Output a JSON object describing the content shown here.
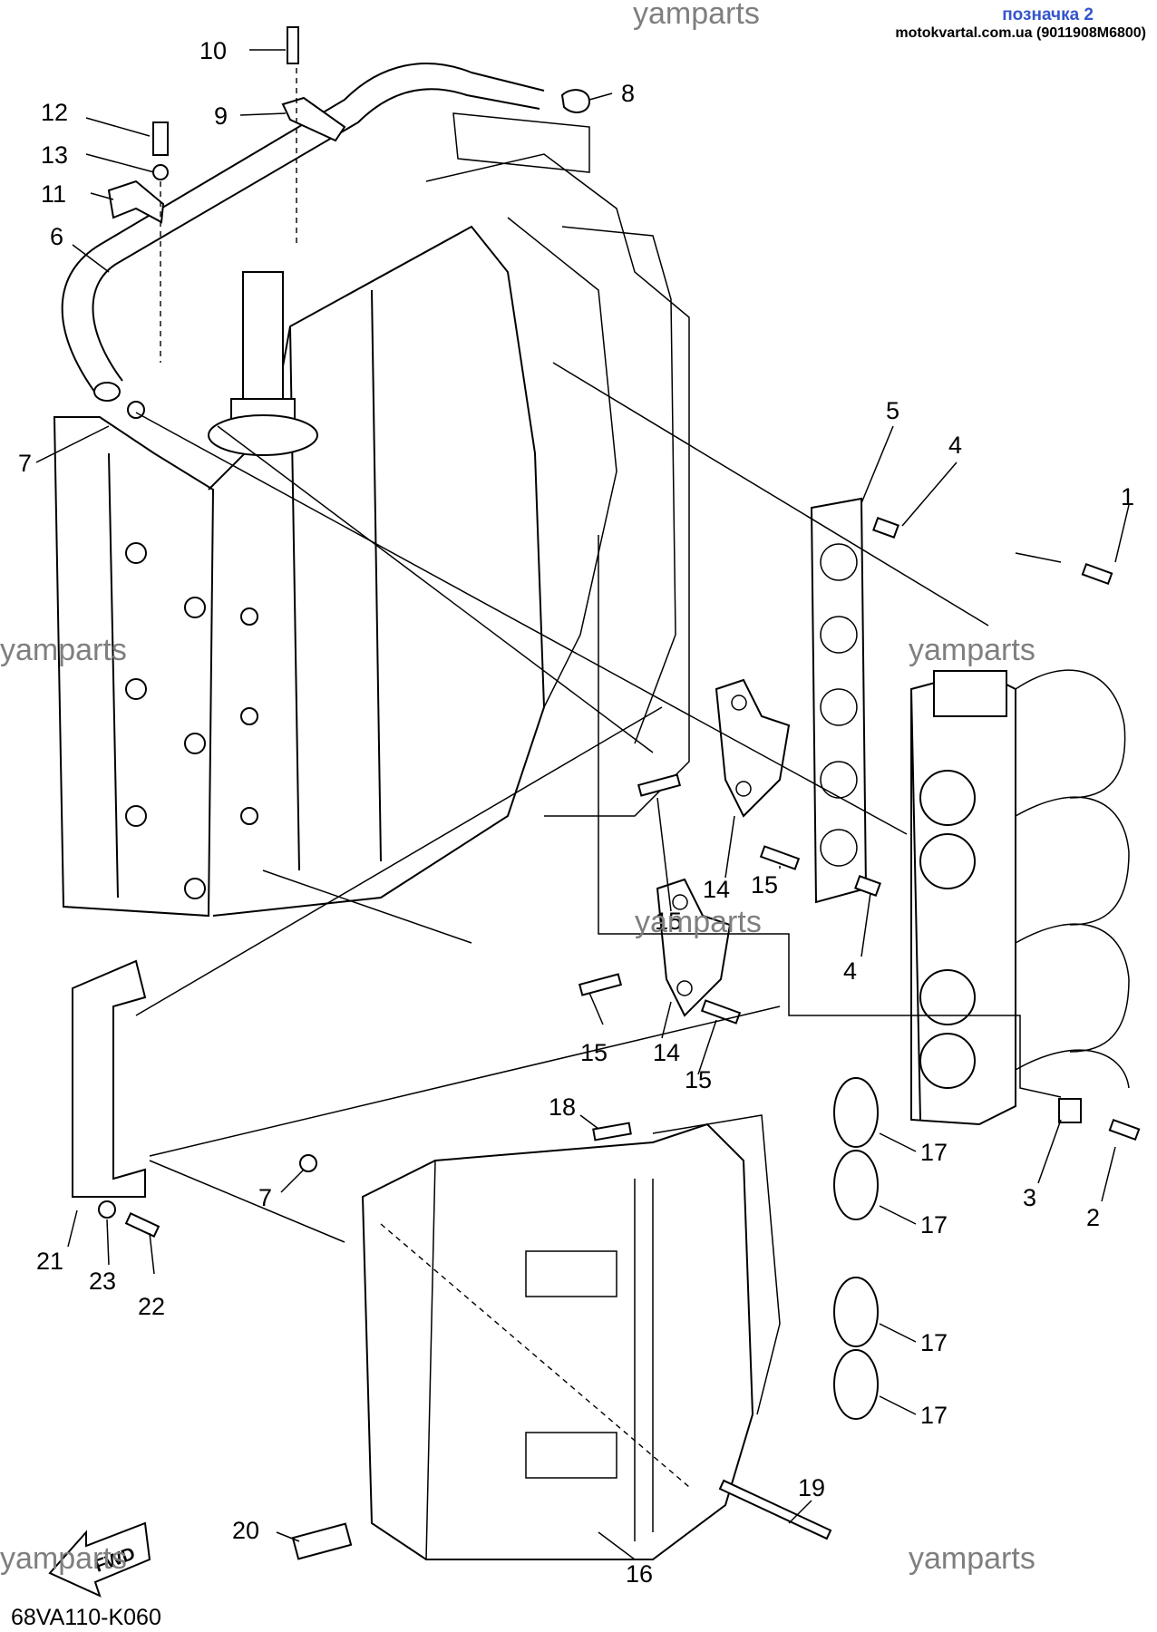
{
  "header": {
    "label": "позначка 2",
    "source": "motokvartal.com.ua (9011908M6800)"
  },
  "watermarks": [
    "yamparts",
    "yamparts",
    "yamparts",
    "yamparts",
    "yamparts",
    "yamparts"
  ],
  "diagram_code": "68VA110-K060",
  "fwd_label": "FWD",
  "callouts": [
    "1",
    "2",
    "3",
    "4",
    "4",
    "5",
    "6",
    "7",
    "7",
    "8",
    "9",
    "10",
    "11",
    "12",
    "13",
    "14",
    "14",
    "15",
    "15",
    "15",
    "15",
    "16",
    "17",
    "17",
    "17",
    "17",
    "18",
    "19",
    "20",
    "21",
    "22",
    "23"
  ]
}
